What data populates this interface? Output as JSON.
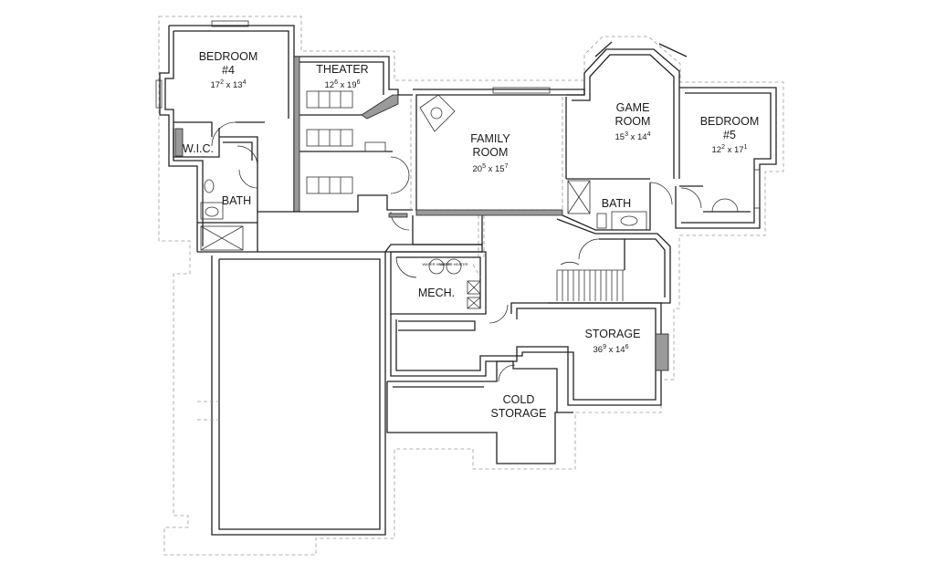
{
  "rooms": {
    "bedroom4": {
      "name1": "BEDROOM",
      "name2": "#4",
      "dim_a": "17",
      "dim_a_sup": "2",
      "dim_b": "13",
      "dim_b_sup": "4"
    },
    "theater": {
      "name": "THEATER",
      "dim_a": "12",
      "dim_a_sup": "6",
      "dim_b": "19",
      "dim_b_sup": "6"
    },
    "family": {
      "name1": "FAMILY",
      "name2": "ROOM",
      "dim_a": "20",
      "dim_a_sup": "5",
      "dim_b": "15",
      "dim_b_sup": "7"
    },
    "game": {
      "name1": "GAME",
      "name2": "ROOM",
      "dim_a": "15",
      "dim_a_sup": "3",
      "dim_b": "14",
      "dim_b_sup": "4"
    },
    "bedroom5": {
      "name1": "BEDROOM",
      "name2": "#5",
      "dim_a": "12",
      "dim_a_sup": "2",
      "dim_b": "17",
      "dim_b_sup": "1"
    },
    "wic": {
      "name": "W.I.C."
    },
    "bath_left": {
      "name": "BATH"
    },
    "bath_right": {
      "name": "BATH"
    },
    "mech": {
      "name": "MECH."
    },
    "storage": {
      "name": "STORAGE",
      "dim_a": "36",
      "dim_a_sup": "9",
      "dim_b": "14",
      "dim_b_sup": "6"
    },
    "cold_storage": {
      "name1": "COLD",
      "name2": "STORAGE"
    }
  },
  "fixtures": {
    "heater_label": "WATER HEATER"
  }
}
